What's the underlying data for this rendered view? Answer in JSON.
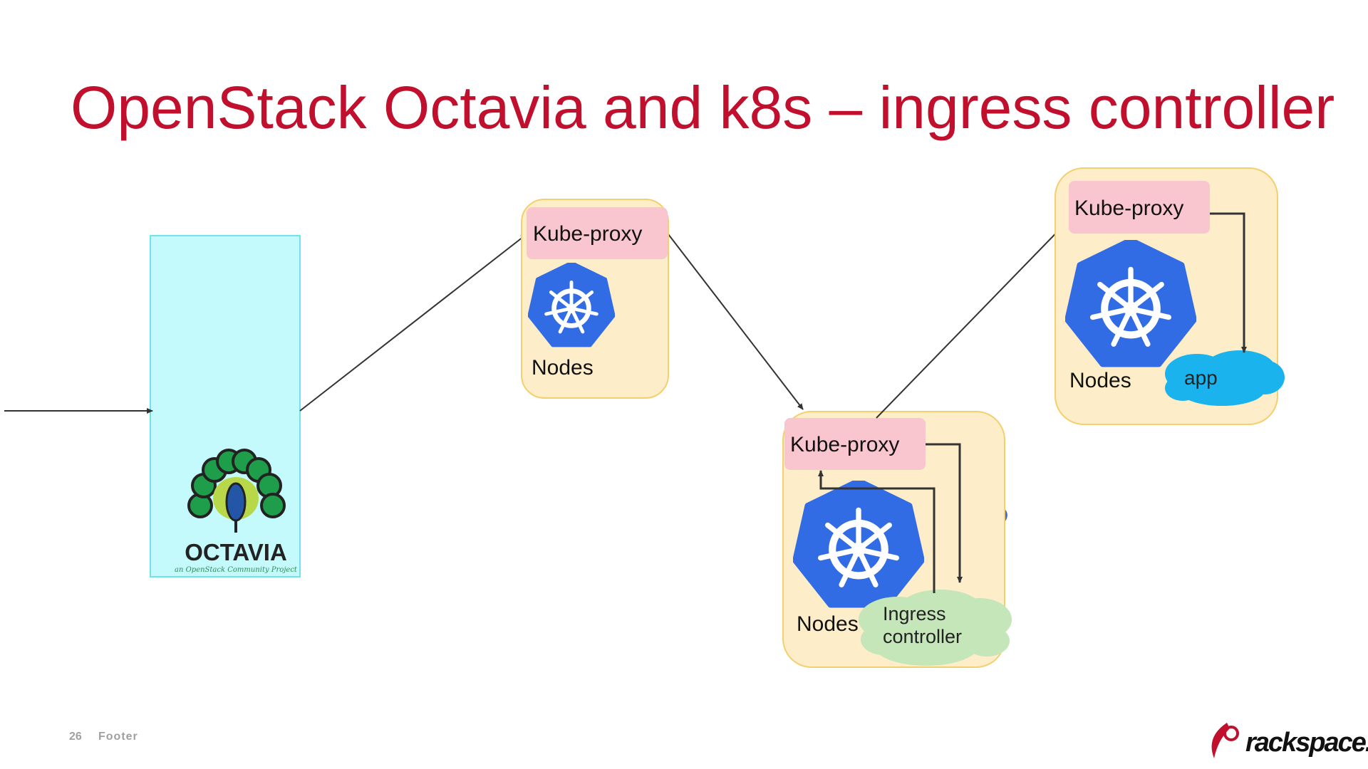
{
  "title": "OpenStack Octavia and k8s – ingress controller",
  "octavia": {
    "name": "OCTAVIA",
    "tagline": "an OpenStack Community Project"
  },
  "nodes": [
    {
      "proxy_label": "Kube-proxy",
      "nodes_label": "Nodes"
    },
    {
      "proxy_label": "Kube-proxy",
      "nodes_label": "Nodes",
      "cloud_line1": "Ingress",
      "cloud_line2": "controller"
    },
    {
      "proxy_label": "Kube-proxy",
      "nodes_label": "Nodes",
      "cloud_label": "app"
    }
  ],
  "footer": {
    "page_number": "26",
    "text": "Footer",
    "logo": "rackspace."
  },
  "colors": {
    "title": "#C0102E",
    "node_fill": "#FDEDC8",
    "node_border": "#F4CF6E",
    "proxy": "#F9C6CF",
    "k8s": "#326CE5",
    "octavia_box": "#C4FAFB",
    "app_cloud": "#1AB3EE",
    "ingress_cloud": "#C4E6B9"
  }
}
